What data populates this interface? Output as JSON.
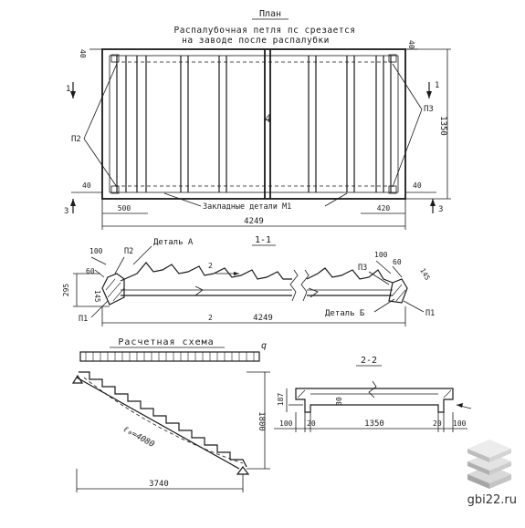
{
  "plan": {
    "title": "План",
    "note_line1": "Распалубочная петля пс срезается",
    "note_line2": "на заводе после распалубки",
    "center_label": "4",
    "dims": {
      "top_left": "40",
      "top_right": "40",
      "bottom_left": "40",
      "bottom_right": "40",
      "left_offset": "500",
      "right_offset": "420",
      "length": "4249",
      "width": "1350"
    },
    "callouts": {
      "left": "П2",
      "right": "П3",
      "bottom": "Закладные детали М1"
    },
    "section_marks": {
      "s1_left": "1",
      "s1_right": "1",
      "s3_left": "3",
      "s3_right": "3"
    }
  },
  "section_1_1": {
    "title": "1-1",
    "detail_a": "Деталь А",
    "detail_b": "Деталь Б",
    "dims": {
      "d100_left": "100",
      "d60_left": "60",
      "d295": "295",
      "d145_left": "145",
      "d100_right": "100",
      "d60_right": "60",
      "d145_right": "145",
      "step_mark_top": "2",
      "step_mark_bottom": "2",
      "length": "4249"
    },
    "callouts": {
      "p2": "П2",
      "p3": "П3",
      "p1_left": "П1",
      "p1_right": "П1"
    }
  },
  "calc_scheme": {
    "title": "Расчетная схема",
    "load_label": "q",
    "span_label": "ℓ₀=4080",
    "height": "1800",
    "base": "3740"
  },
  "section_2_2": {
    "title": "2-2",
    "dims": {
      "h187": "187",
      "h30": "30",
      "left_100": "100",
      "left_20": "20",
      "width": "1350",
      "right_20": "20",
      "right_100": "100"
    }
  },
  "watermark": {
    "site": "gbi22.ru"
  }
}
